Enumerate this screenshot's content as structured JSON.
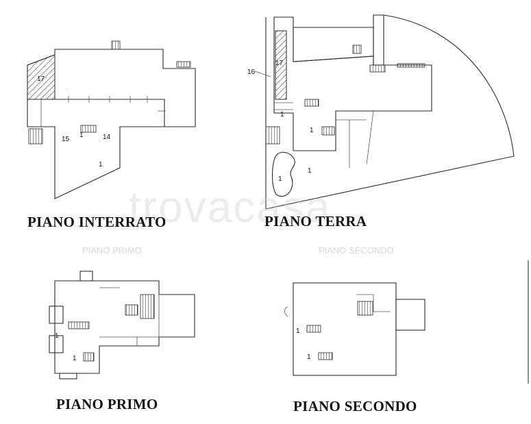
{
  "titles": {
    "basement": "PIANO  INTERRATO",
    "ground": "PIANO TERRA",
    "first": "PIANO PRIMO",
    "second": "PIANO SECONDO"
  },
  "ghost_titles": {
    "first": "PIANO PRIMO",
    "second": "PIANO SECONDO"
  },
  "watermark": "trovacasa",
  "room_labels": {
    "basement_17": "17",
    "basement_15": "15",
    "basement_1a": "1",
    "basement_14": "14",
    "basement_1b": "1",
    "ground_16": "16",
    "ground_17": "17",
    "ground_1a": "1",
    "ground_1b": "1",
    "ground_1c": "1",
    "ground_1d": "1",
    "first_1a": "1",
    "first_1b": "1",
    "second_1a": "1",
    "second_1b": "1"
  }
}
